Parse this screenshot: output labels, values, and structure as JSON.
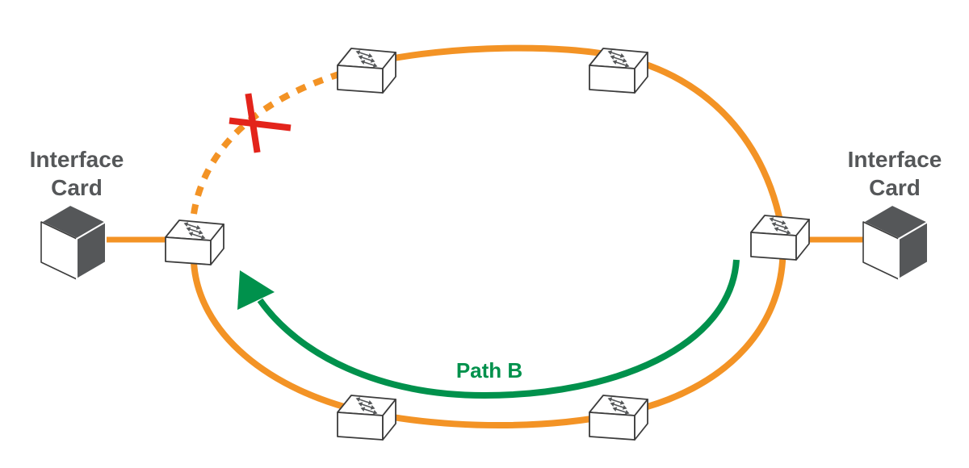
{
  "left_card": {
    "label_line1": "Interface",
    "label_line2": "Card"
  },
  "right_card": {
    "label_line1": "Interface",
    "label_line2": "Card"
  },
  "path": {
    "label": "Path B"
  },
  "colors": {
    "ring": "#F39325",
    "path": "#00914C",
    "break": "#E3241B",
    "card_dark": "#555759",
    "card_text": "#555759",
    "switch_stroke": "#3C3C3C",
    "arrow_fill": "#555759"
  },
  "icons": {
    "switch": "network-switch-icon",
    "card": "interface-card-icon",
    "break": "link-break-x-icon"
  }
}
